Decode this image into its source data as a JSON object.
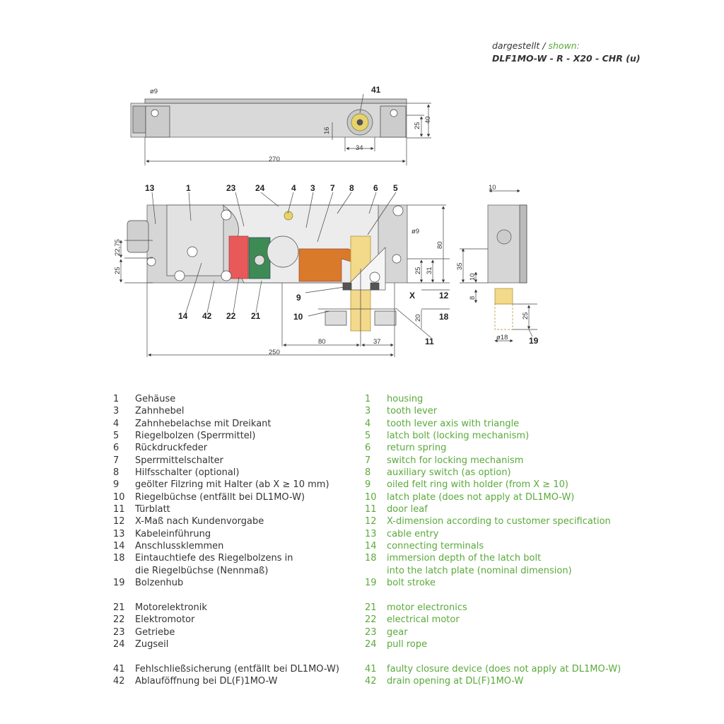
{
  "header": {
    "shown_label_de": "dargestellt",
    "separator": " / ",
    "shown_label_en": "shown:",
    "model": "DLF1MO-W - R - X20 - CHR (u)"
  },
  "top_view": {
    "callout": "41",
    "dims": {
      "hole": "ø9",
      "height16": "16",
      "width34": "34",
      "height25": "25",
      "height40": "40",
      "length": "270"
    }
  },
  "front_view": {
    "callouts": {
      "c13": "13",
      "c1": "1",
      "c23": "23",
      "c24": "24",
      "c4": "4",
      "c3": "3",
      "c7": "7",
      "c8": "8",
      "c6": "6",
      "c5": "5",
      "c9": "9",
      "c10": "10",
      "c11": "11",
      "c12": "12",
      "c18": "18",
      "c14": "14",
      "c42": "42",
      "c22": "22",
      "c21": "21"
    },
    "dims": {
      "d2275": "22,75",
      "d25a": "25",
      "d25b": "25",
      "d31": "31",
      "d80h": "80",
      "hole": "ø9",
      "x": "X",
      "d20": "20",
      "d80": "80",
      "d37": "37",
      "d250": "250"
    }
  },
  "side_view": {
    "callout": "19",
    "dims": {
      "d10": "10",
      "d35": "35",
      "d10b": "10",
      "d8": "8",
      "d25": "25",
      "d18": "ø18"
    }
  },
  "legend": {
    "groups": [
      [
        {
          "n": "1",
          "de": "Gehäuse",
          "en": "housing"
        },
        {
          "n": "3",
          "de": "Zahnhebel",
          "en": "tooth lever"
        },
        {
          "n": "4",
          "de": "Zahnhebelachse mit Dreikant",
          "en": "tooth lever axis with triangle"
        },
        {
          "n": "5",
          "de": "Riegelbolzen (Sperrmittel)",
          "en": "latch bolt (locking mechanism)"
        },
        {
          "n": "6",
          "de": "Rückdruckfeder",
          "en": "return spring"
        },
        {
          "n": "7",
          "de": "Sperrmittelschalter",
          "en": "switch for locking mechanism"
        },
        {
          "n": "8",
          "de": "Hilfsschalter (optional)",
          "en": "auxiliary switch (as option)"
        },
        {
          "n": "9",
          "de": "geölter Filzring mit Halter (ab X ≥ 10 mm)",
          "en": "oiled felt ring with holder (from X ≥ 10)"
        },
        {
          "n": "10",
          "de": "Riegelbüchse (entfällt bei DL1MO-W)",
          "en": "latch plate (does not apply at DL1MO-W)"
        },
        {
          "n": "11",
          "de": "Türblatt",
          "en": "door leaf"
        },
        {
          "n": "12",
          "de": "X-Maß nach Kundenvorgabe",
          "en": "X-dimension according to customer specification"
        },
        {
          "n": "13",
          "de": "Kabeleinführung",
          "en": "cable entry"
        },
        {
          "n": "14",
          "de": "Anschlussklemmen",
          "en": "connecting terminals"
        },
        {
          "n": "18",
          "de": "Eintauchtiefe des Riegelbolzens in",
          "en": "immersion depth of the latch bolt"
        },
        {
          "n": "",
          "de": "die Riegelbüchse (Nennmaß)",
          "en": "into the latch plate (nominal dimension)"
        },
        {
          "n": "19",
          "de": "Bolzenhub",
          "en": "bolt stroke"
        }
      ],
      [
        {
          "n": "21",
          "de": "Motorelektronik",
          "en": "motor electronics"
        },
        {
          "n": "22",
          "de": "Elektromotor",
          "en": "electrical motor"
        },
        {
          "n": "23",
          "de": "Getriebe",
          "en": "gear"
        },
        {
          "n": "24",
          "de": "Zugseil",
          "en": "pull rope"
        }
      ],
      [
        {
          "n": "41",
          "de": "Fehlschließsicherung (entfällt bei DL1MO-W)",
          "en": "faulty closure device (does not apply at DL1MO-W)"
        },
        {
          "n": "42",
          "de": "Ablauföffnung bei DL(F)1MO-W",
          "en": "drain opening at DL(F)1MO-W"
        }
      ]
    ]
  }
}
